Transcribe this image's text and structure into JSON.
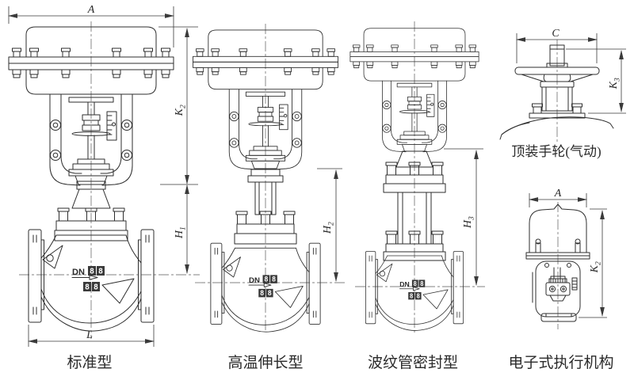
{
  "figure": {
    "background": "#ffffff",
    "ink": "#2e2e2e",
    "views": {
      "standard": {
        "caption": "标准型",
        "dims": {
          "width": "A",
          "upper": {
            "letter": "K",
            "sub": "2"
          },
          "lower": {
            "letter": "H",
            "sub": "1"
          },
          "length": "L"
        }
      },
      "high_temp": {
        "caption": "高温伸长型",
        "dims": {
          "height": {
            "letter": "H",
            "sub": "2"
          }
        }
      },
      "bellows": {
        "caption": "波纹管密封型",
        "dims": {
          "height": {
            "letter": "H",
            "sub": "3"
          }
        }
      },
      "handwheel": {
        "caption": "顶装手轮(气动)",
        "dims": {
          "width": "C",
          "height": {
            "letter": "K",
            "sub": "3"
          }
        }
      },
      "electronic": {
        "caption": "电子式执行机构",
        "dims": {
          "width": "A",
          "height": {
            "letter": "K",
            "sub": "2"
          }
        }
      }
    },
    "valve_marking": {
      "dn": "DN",
      "size": "88",
      "rating": "88"
    }
  }
}
